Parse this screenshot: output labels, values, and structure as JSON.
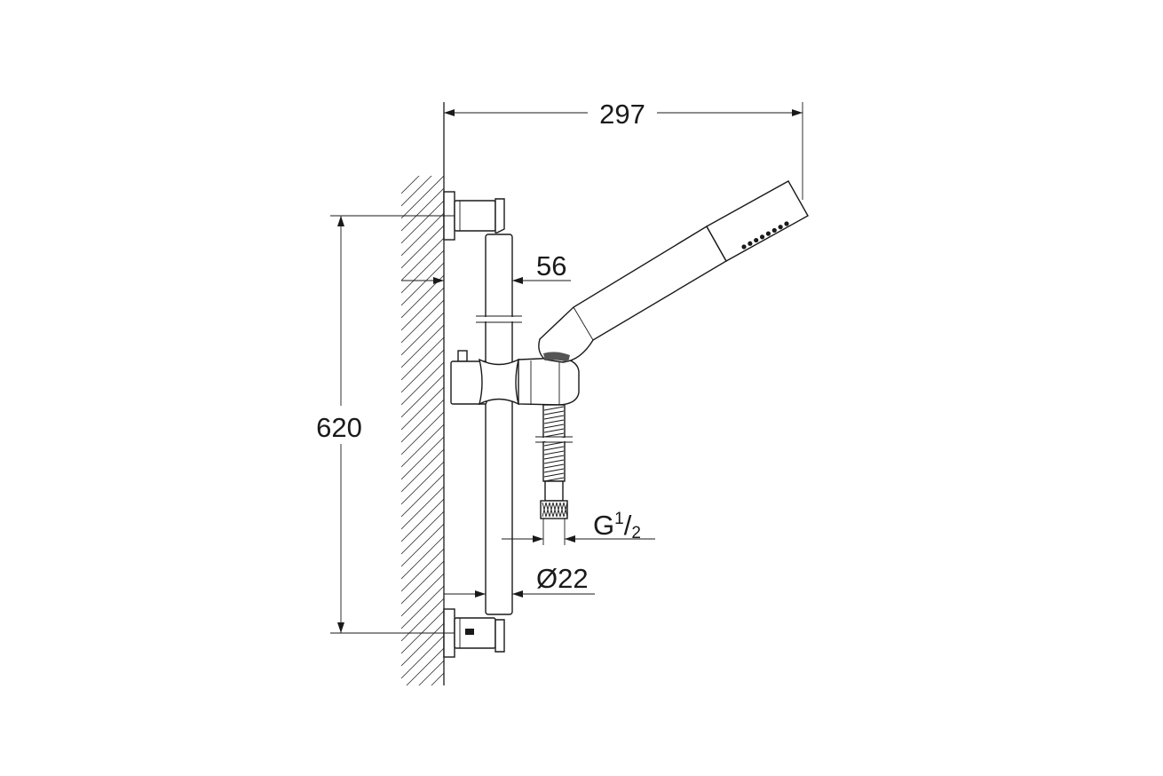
{
  "drawing": {
    "dimensions": {
      "width_total": "297",
      "height_total": "620",
      "rail_offset": "56",
      "rail_diameter": "Ø22",
      "thread_main": "G",
      "thread_num": "1",
      "thread_den": "2"
    },
    "colors": {
      "line": "#1a1a1a",
      "background": "#ffffff"
    }
  }
}
